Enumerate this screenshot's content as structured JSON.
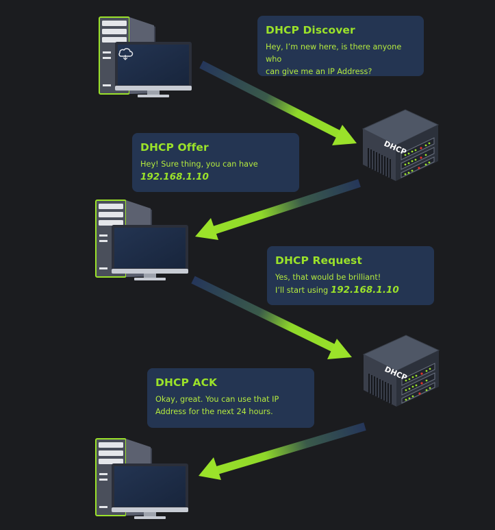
{
  "steps": [
    {
      "title": "DHCP Discover",
      "line1": "Hey, I’m new here, is there anyone who",
      "line2": "can give me an IP Address?"
    },
    {
      "title": "DHCP Offer",
      "line1": "Hey! Sure thing, you can have",
      "ip": "192.168.1.10"
    },
    {
      "title": "DHCP Request",
      "line1": "Yes, that would be brilliant!",
      "line2_prefix": "I’ll start using",
      "ip": "192.168.1.10"
    },
    {
      "title": "DHCP ACK",
      "line1": "Okay, great. You can use that IP",
      "line2": "Address for the next 24 hours."
    }
  ],
  "server_label": "DHCP",
  "colors": {
    "background": "#1b1c1f",
    "bubble": "#243552",
    "accent_green": "#9be22a",
    "arrow_dark": "#243552"
  },
  "icons": [
    "client-computer-icon",
    "dhcp-server-icon",
    "cloud-icon"
  ]
}
